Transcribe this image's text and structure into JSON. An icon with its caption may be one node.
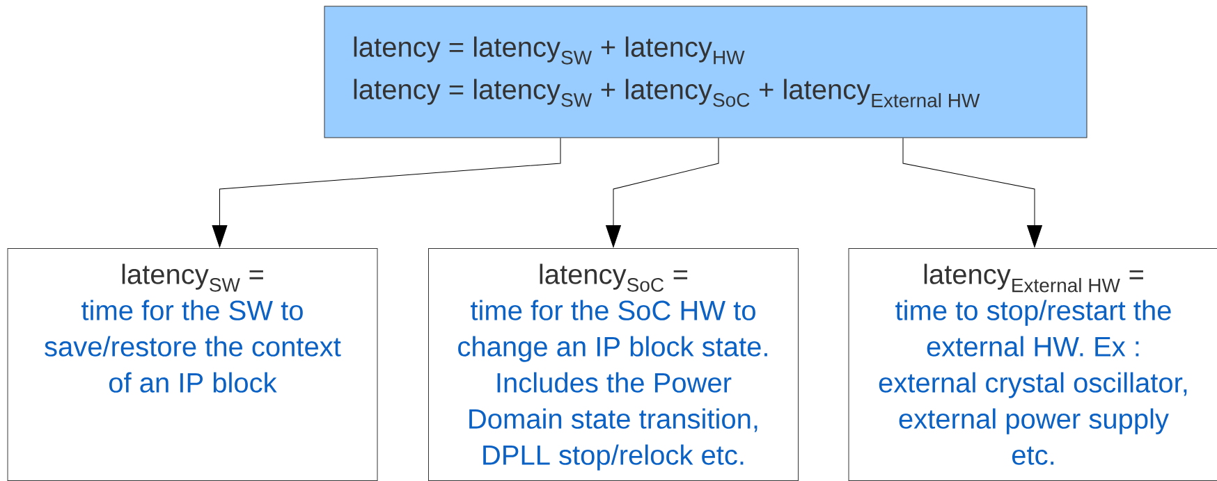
{
  "diagram": {
    "nodes": [
      {
        "text": [
          "\\text{latency = latency}_{\\text{SW}}\\text{ + latency}_{\\text{HW}}",
          "\\text{latency = latency}_{\\text{SW}}\\text{ + latency}_{\\text{SoC}}\\text{ + latency}_{\\text{External HW}}"
        ]
      },
      {
        "text": [
          "\\text{latency}_{\\text{SW}}\\text{ =}",
          "time for the SW to save/restore the context of an IP block"
        ]
      },
      {
        "text": [
          "\\text{latency}_{\\text{SoC}}\\text{ =}",
          "time for the SoC HW to change an IP block state. Includes the Power Domain state transition, DPLL stop/relock etc."
        ]
      },
      {
        "text": [
          "\\text{latency}_{\\text{External HW}}\\text{ =}",
          "time to stop/restart the external HW. Ex : external crystal oscillator, external power supply etc."
        ]
      }
    ],
    "edges": [
      {
        "from": 0,
        "to": 1,
        "arrow": "to"
      },
      {
        "from": 0,
        "to": 2,
        "arrow": "to"
      },
      {
        "from": 0,
        "to": 3,
        "arrow": "to"
      }
    ]
  }
}
